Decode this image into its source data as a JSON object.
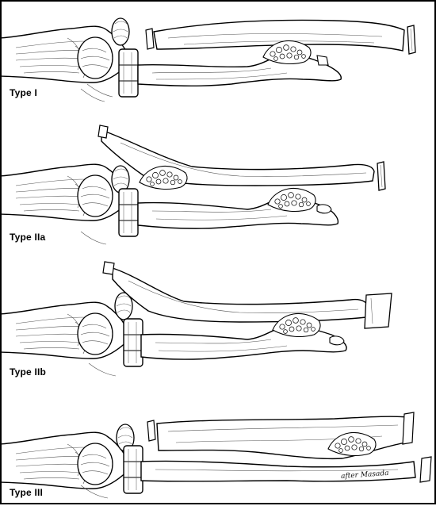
{
  "panels": [
    {
      "label": "Type I"
    },
    {
      "label": "Type IIa"
    },
    {
      "label": "Type IIb"
    },
    {
      "label": "Type III"
    }
  ],
  "signature": "after Masada",
  "colors": {
    "line": "#000000",
    "background": "#ffffff",
    "hatch": "#555555"
  }
}
